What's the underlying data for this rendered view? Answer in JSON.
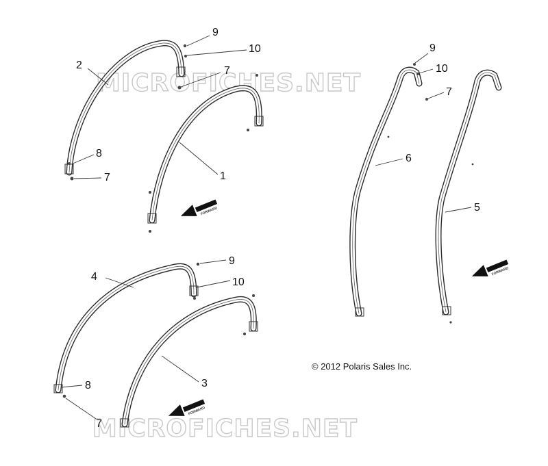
{
  "watermark": {
    "top_text": "MICROFICHES.NET",
    "bottom_text": "MICROFICHES.NET"
  },
  "copyright": "© 2012 Polaris Sales Inc.",
  "forward_label": "FORWARD",
  "callouts": {
    "topleft_9": "9",
    "topleft_10": "10",
    "topleft_2": "2",
    "topleft_7a": "7",
    "topleft_8": "8",
    "topleft_7b": "7",
    "topleft_1": "1",
    "bottomleft_9": "9",
    "bottomleft_4": "4",
    "bottomleft_10": "10",
    "bottomleft_8": "8",
    "bottomleft_3": "3",
    "bottomleft_7": "7",
    "right_9": "9",
    "right_10": "10",
    "right_7": "7",
    "right_6": "6",
    "right_5": "5"
  }
}
